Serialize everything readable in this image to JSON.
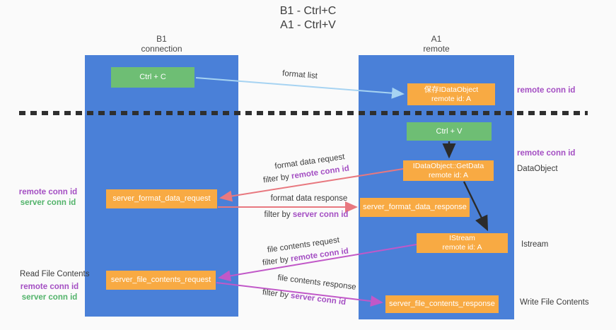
{
  "title": {
    "line1": "B1 - Ctrl+C",
    "line2": "A1 - Ctrl+V"
  },
  "columns": {
    "left": {
      "name": "B1",
      "subtitle": "connection"
    },
    "right": {
      "name": "A1",
      "subtitle": "remote"
    }
  },
  "boxes": {
    "ctrl_c": "Ctrl + C",
    "ctrl_v": "Ctrl + V",
    "save_dataobject": {
      "line1": "保存IDataObject",
      "line2": "remote id: A"
    },
    "getdata": {
      "line1": "IDataObject::GetData",
      "line2": "remote id: A"
    },
    "istream": {
      "line1": "IStream",
      "line2": "remote id: A"
    },
    "server_format_data_request": "server_format_data_request",
    "server_format_data_response": "server_format_data_response",
    "server_file_contents_request": "server_file_contents_request",
    "server_file_contents_response": "server_file_contents_response"
  },
  "flow_labels": {
    "format_list": "format list",
    "format_data_request": "format data request",
    "format_data_response": "format data response",
    "file_contents_request": "file contents request",
    "file_contents_response": "file contents response",
    "filter_by": "filter by ",
    "remote_conn_id": "remote conn id",
    "server_conn_id": "server conn id"
  },
  "side_labels": {
    "remote_conn_id": "remote conn id",
    "server_conn_id": "server conn id",
    "dataobject": "DataObject",
    "istream": "Istream",
    "read_file_contents": "Read File Contents",
    "write_file_contents": "Write File Contents"
  },
  "colors": {
    "column_blue": "#4a80d8",
    "box_green": "#6ebe74",
    "box_orange": "#f8aa43",
    "arrow_light_blue": "#a6d3f2",
    "arrow_black": "#2b2b2b",
    "arrow_salmon": "#e8787f",
    "arrow_magenta": "#c158c8",
    "label_purple": "#a44fc3",
    "label_green": "#52b36a",
    "divider_black": "#2f2f2f"
  }
}
